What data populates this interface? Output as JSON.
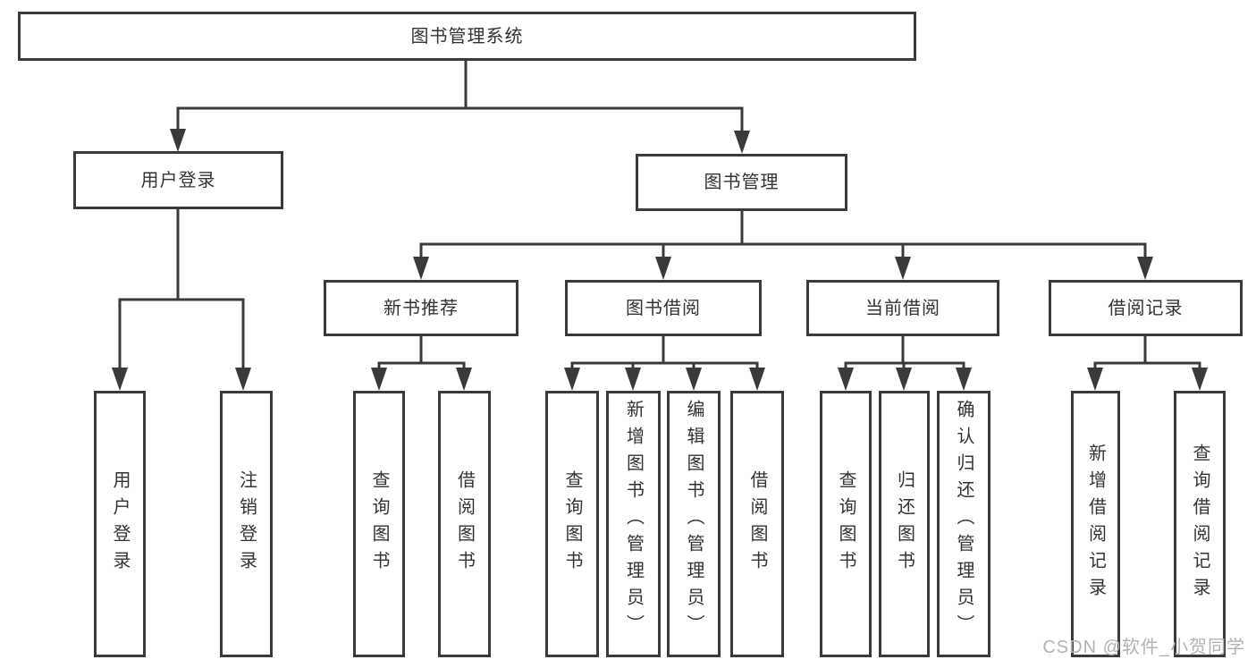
{
  "tree": {
    "root": "图书管理系统",
    "branches": [
      {
        "label": "用户登录",
        "children": [
          "用户登录",
          "注销登录"
        ]
      },
      {
        "label": "图书管理",
        "children": [
          {
            "label": "新书推荐",
            "children": [
              "查询图书",
              "借阅图书"
            ]
          },
          {
            "label": "图书借阅",
            "children": [
              "查询图书",
              "新增图书（管理员）",
              "编辑图书（管理员）",
              "借阅图书"
            ]
          },
          {
            "label": "当前借阅",
            "children": [
              "查询图书",
              "归还图书",
              "确认归还（管理员）"
            ]
          },
          {
            "label": "借阅记录",
            "children": [
              "新增借阅记录",
              "查询借阅记录"
            ]
          }
        ]
      }
    ]
  },
  "watermark": {
    "text": "CSDN @软件_小贺同学"
  },
  "colors": {
    "line": "#3a3a3a",
    "text": "#333333",
    "watermark": "#b3b3b3",
    "bg": "#ffffff"
  }
}
